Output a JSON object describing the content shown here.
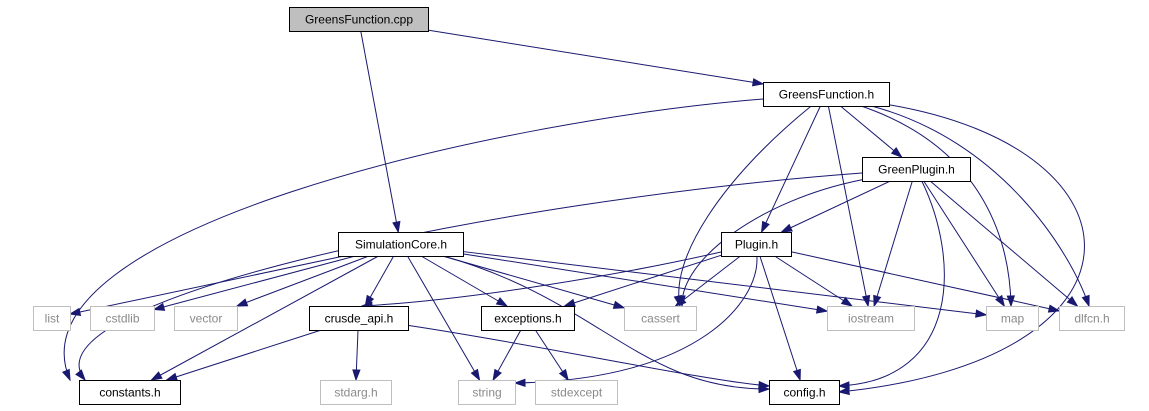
{
  "colors": {
    "edge": "#191970",
    "root_fill": "#bfbfbf",
    "solid_border": "#000000",
    "external_border": "#bfbfbf",
    "external_text": "#8a8a8a",
    "text": "#000000"
  },
  "nodes": [
    {
      "id": "greensfunction_cpp",
      "label": "GreensFunction.cpp",
      "kind": "root"
    },
    {
      "id": "greensfunction_h",
      "label": "GreensFunction.h",
      "kind": "solid"
    },
    {
      "id": "greenplugin_h",
      "label": "GreenPlugin.h",
      "kind": "solid"
    },
    {
      "id": "simulationcore_h",
      "label": "SimulationCore.h",
      "kind": "solid"
    },
    {
      "id": "plugin_h",
      "label": "Plugin.h",
      "kind": "solid"
    },
    {
      "id": "list",
      "label": "list",
      "kind": "external"
    },
    {
      "id": "cstdlib",
      "label": "cstdlib",
      "kind": "external"
    },
    {
      "id": "vector",
      "label": "vector",
      "kind": "external"
    },
    {
      "id": "crusde_api_h",
      "label": "crusde_api.h",
      "kind": "solid"
    },
    {
      "id": "exceptions_h",
      "label": "exceptions.h",
      "kind": "solid"
    },
    {
      "id": "cassert",
      "label": "cassert",
      "kind": "external"
    },
    {
      "id": "iostream",
      "label": "iostream",
      "kind": "external"
    },
    {
      "id": "map",
      "label": "map",
      "kind": "external"
    },
    {
      "id": "dlfcn_h",
      "label": "dlfcn.h",
      "kind": "external"
    },
    {
      "id": "constants_h",
      "label": "constants.h",
      "kind": "solid"
    },
    {
      "id": "stdarg_h",
      "label": "stdarg.h",
      "kind": "external"
    },
    {
      "id": "string",
      "label": "string",
      "kind": "external"
    },
    {
      "id": "stdexcept",
      "label": "stdexcept",
      "kind": "external"
    },
    {
      "id": "config_h",
      "label": "config.h",
      "kind": "solid"
    }
  ],
  "edges": [
    [
      "greensfunction_cpp",
      "greensfunction_h"
    ],
    [
      "greensfunction_cpp",
      "simulationcore_h"
    ],
    [
      "greensfunction_h",
      "greenplugin_h"
    ],
    [
      "greensfunction_h",
      "plugin_h"
    ],
    [
      "greensfunction_h",
      "cassert"
    ],
    [
      "greensfunction_h",
      "iostream"
    ],
    [
      "greensfunction_h",
      "map"
    ],
    [
      "greensfunction_h",
      "dlfcn_h"
    ],
    [
      "greensfunction_h",
      "constants_h"
    ],
    [
      "greensfunction_h",
      "config_h"
    ],
    [
      "greenplugin_h",
      "plugin_h"
    ],
    [
      "greenplugin_h",
      "cassert"
    ],
    [
      "greenplugin_h",
      "iostream"
    ],
    [
      "greenplugin_h",
      "map"
    ],
    [
      "greenplugin_h",
      "dlfcn_h"
    ],
    [
      "greenplugin_h",
      "constants_h"
    ],
    [
      "greenplugin_h",
      "config_h"
    ],
    [
      "simulationcore_h",
      "list"
    ],
    [
      "simulationcore_h",
      "cstdlib"
    ],
    [
      "simulationcore_h",
      "vector"
    ],
    [
      "simulationcore_h",
      "crusde_api_h"
    ],
    [
      "simulationcore_h",
      "exceptions_h"
    ],
    [
      "simulationcore_h",
      "cassert"
    ],
    [
      "simulationcore_h",
      "iostream"
    ],
    [
      "simulationcore_h",
      "map"
    ],
    [
      "simulationcore_h",
      "constants_h"
    ],
    [
      "simulationcore_h",
      "string"
    ],
    [
      "simulationcore_h",
      "config_h"
    ],
    [
      "plugin_h",
      "crusde_api_h"
    ],
    [
      "plugin_h",
      "exceptions_h"
    ],
    [
      "plugin_h",
      "cassert"
    ],
    [
      "plugin_h",
      "iostream"
    ],
    [
      "plugin_h",
      "dlfcn_h"
    ],
    [
      "plugin_h",
      "string"
    ],
    [
      "plugin_h",
      "config_h"
    ],
    [
      "crusde_api_h",
      "constants_h"
    ],
    [
      "crusde_api_h",
      "stdarg_h"
    ],
    [
      "crusde_api_h",
      "config_h"
    ],
    [
      "exceptions_h",
      "string"
    ],
    [
      "exceptions_h",
      "stdexcept"
    ]
  ]
}
